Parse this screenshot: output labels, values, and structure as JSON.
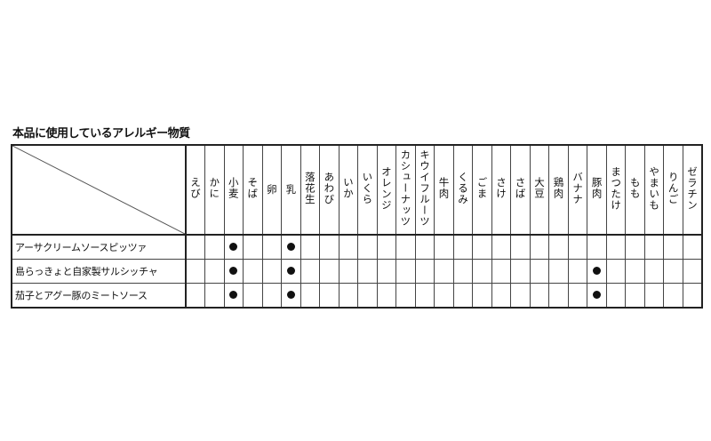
{
  "title": "本品に使用しているアレルギー物質",
  "allergens": [
    "えび",
    "かに",
    "小麦",
    "そば",
    "卵",
    "乳",
    "落花生",
    "あわび",
    "いか",
    "いくら",
    "オレンジ",
    "カシューナッツ",
    "キウイフルーツ",
    "牛肉",
    "くるみ",
    "ごま",
    "さけ",
    "さば",
    "大豆",
    "鶏肉",
    "バナナ",
    "豚肉",
    "まつたけ",
    "もも",
    "やまいも",
    "りんご",
    "ゼラチン"
  ],
  "products": [
    {
      "name": "アーサクリームソースピッツァ",
      "contains": [
        "小麦",
        "乳"
      ]
    },
    {
      "name": "島らっきょと自家製サルシッチャ",
      "contains": [
        "小麦",
        "乳",
        "豚肉"
      ]
    },
    {
      "name": "茄子とアグー豚のミートソース",
      "contains": [
        "小麦",
        "乳",
        "豚肉"
      ]
    }
  ],
  "mark": "●"
}
